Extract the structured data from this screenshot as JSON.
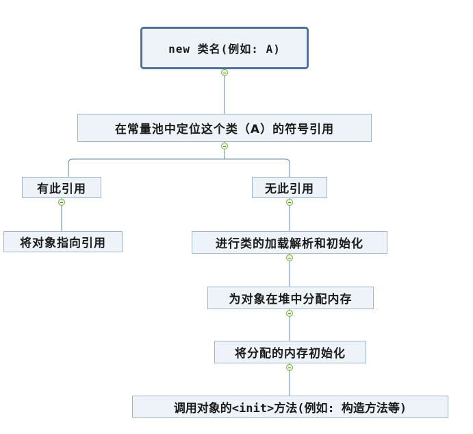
{
  "diagram": {
    "root": {
      "label": "new 类名(例如: A)"
    },
    "locate": {
      "label": "在常量池中定位这个类（A）的符号引用"
    },
    "has_ref": {
      "label": "有此引用"
    },
    "point_ref": {
      "label": "将对象指向引用"
    },
    "no_ref": {
      "label": "无此引用"
    },
    "load": {
      "label": "进行类的加载解析和初始化"
    },
    "alloc": {
      "label": "为对象在堆中分配内存"
    },
    "init_mem": {
      "label": "将分配的内存初始化"
    },
    "call_init": {
      "label": "调用对象的<init>方法(例如: 构造方法等)"
    }
  },
  "colors": {
    "connector": "#5b86b1",
    "node_fill": "#edf3f8",
    "node_border": "#9eb4c8",
    "root_border": "#4e7196",
    "collapse_toggle": "#6fae3a"
  }
}
